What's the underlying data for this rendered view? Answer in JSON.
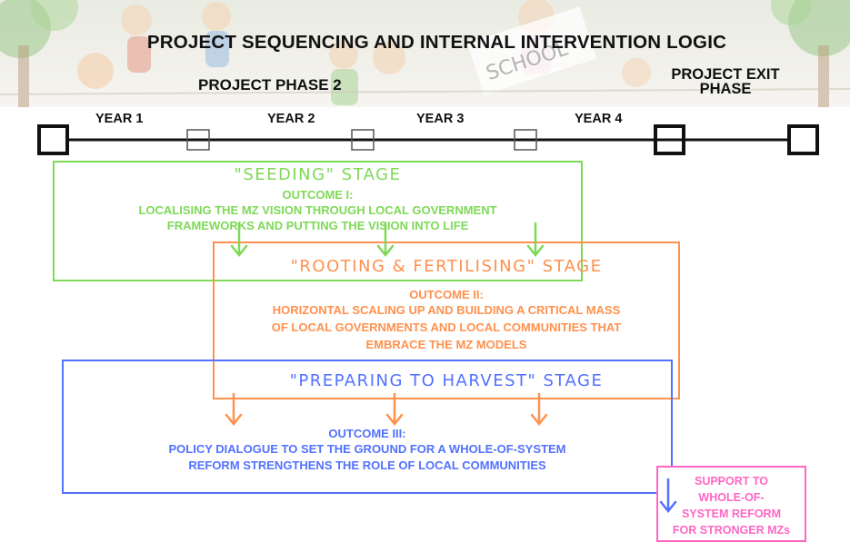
{
  "header": {
    "title": "PROJECT SEQUENCING AND INTERNAL INTERVENTION LOGIC",
    "phase_label": "PROJECT PHASE 2",
    "exit_label_line1": "PROJECT EXIT",
    "exit_label_line2": "PHASE",
    "background_sign_text": "SCHOOL"
  },
  "timeline": {
    "years": [
      "YEAR 1",
      "YEAR 2",
      "YEAR 3",
      "YEAR 4"
    ]
  },
  "stages": {
    "seeding": {
      "title": "\"SEEDING\" STAGE",
      "outcome_label": "OUTCOME I:",
      "line1": "LOCALISING THE MZ VISION THROUGH LOCAL GOVERNMENT",
      "line2": "FRAMEWORKS AND PUTTING THE VISION INTO LIFE",
      "color": "#7ed957"
    },
    "rooting": {
      "title": "\"ROOTING & FERTILISING\" STAGE",
      "outcome_label": "OUTCOME II:",
      "line1": "HORIZONTAL SCALING UP AND BUILDING A CRITICAL MASS",
      "line2": "OF LOCAL GOVERNMENTS AND LOCAL COMMUNITIES THAT",
      "line3": "EMBRACE THE MZ MODELS",
      "color": "#ff914d"
    },
    "harvest": {
      "title": "\"PREPARING TO HARVEST\" STAGE",
      "outcome_label": "OUTCOME III:",
      "line1": "POLICY DIALOGUE TO SET THE GROUND FOR A WHOLE-OF-SYSTEM",
      "line2": "REFORM STRENGTHENS THE ROLE OF LOCAL COMMUNITIES",
      "color": "#5271ff"
    },
    "support": {
      "line1": "SUPPORT TO",
      "line2": "WHOLE-OF-",
      "line3": "SYSTEM REFORM",
      "line4": "FOR STRONGER MZs",
      "color": "#ff66c4"
    }
  }
}
